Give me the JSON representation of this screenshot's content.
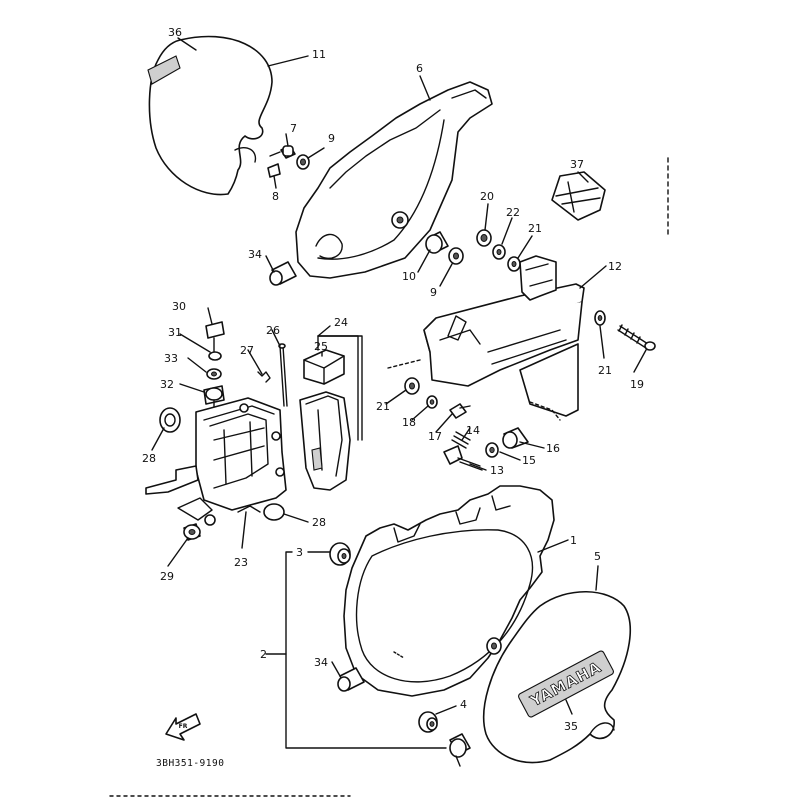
{
  "diagram": {
    "code": "3BH351-9190",
    "direction_marker": "FR",
    "logo_text": "YAMAHA",
    "callouts": {
      "c1": "1",
      "c2": "2",
      "c3": "3",
      "c4": "4",
      "c5": "5",
      "c6": "6",
      "c7": "7",
      "c8": "8",
      "c9a": "9",
      "c9b": "9",
      "c10": "10",
      "c11": "11",
      "c12": "12",
      "c13": "13",
      "c14": "14",
      "c15": "15",
      "c16": "16",
      "c17": "17",
      "c18": "18",
      "c19": "19",
      "c20": "20",
      "c21a": "21",
      "c21b": "21",
      "c21c": "21",
      "c22": "22",
      "c23": "23",
      "c24": "24",
      "c25": "25",
      "c26": "26",
      "c27": "27",
      "c28a": "28",
      "c28b": "28",
      "c29": "29",
      "c30": "30",
      "c31": "31",
      "c32": "32",
      "c33": "33",
      "c34a": "34",
      "c34b": "34",
      "c35": "35",
      "c36": "36",
      "c37": "37"
    }
  }
}
